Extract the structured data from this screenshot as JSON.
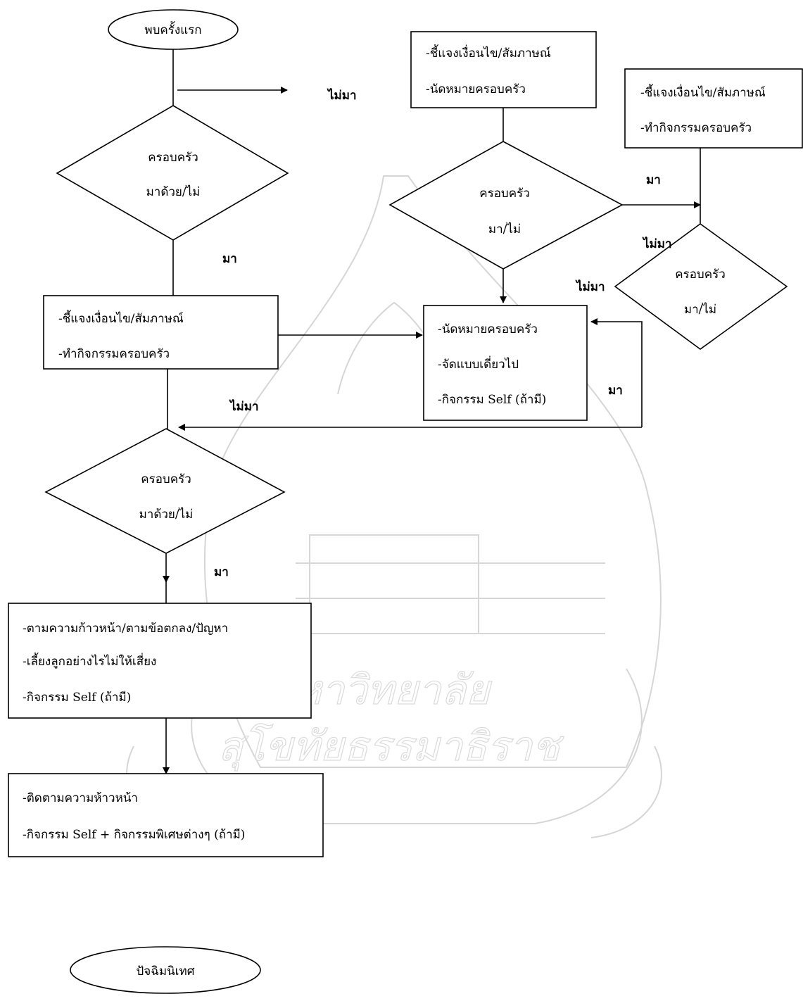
{
  "nodes": {
    "start": "พบครั้งแรก",
    "top_box": {
      "line1": "-ชี้แจงเงื่อนไข/สัมภาษณ์",
      "line2": "-นัดหมายครอบครัว"
    },
    "right_box": {
      "line1": "-ชี้แจงเงื่อนไข/สัมภาษณ์",
      "line2": "-ทำกิจกรรมครอบครัว"
    },
    "decision1": {
      "line1": "ครอบครัว",
      "line2": "มาด้วย/ไม่"
    },
    "decision_mid": {
      "line1": "ครอบครัว",
      "line2": "มา/ไม่"
    },
    "decision_right": {
      "line1": "ครอบครัว",
      "line2": "มา/ไม่"
    },
    "box2": {
      "line1": "-ชี้แจงเงื่อนไข/สัมภาษณ์",
      "line2": "-ทำกิจกรรมครอบครัว"
    },
    "center_box": {
      "line1": "-นัดหมายครอบครัว",
      "line2": "-จัดแบบเดี่ยวไป",
      "line3": "-กิจกรรม Self (ถ้ามี)"
    },
    "decision2": {
      "line1": "ครอบครัว",
      "line2": "มาด้วย/ไม่"
    },
    "box3": {
      "line1": "-ตามความก้าวหน้า/ตามข้อตกลง/ปัญหา",
      "line2": "-เลี้ยงลูกอย่างไรไม่ให้เสี่ยง",
      "line3": "-กิจกรรม Self (ถ้ามี)"
    },
    "box4": {
      "line1": "-ติดตามความห้าวหน้า",
      "line2": "-กิจกรรม Self + กิจกรรมพิเศษต่างๆ (ถ้ามี)"
    },
    "end": "ปัจฉิมนิเทศ"
  },
  "edge_labels": {
    "top_not_come": "ไม่มา",
    "come1": "มา",
    "come_right": "มา",
    "not_come_right1": "ไม่มา",
    "not_come_right2": "ไม่มา",
    "come_loop": "มา",
    "not_come_mid": "ไม่มา",
    "come2": "มา"
  },
  "watermark": {
    "line1": "มหาวิทยาลัย",
    "line2": "สุโขทัยธรรมาธิราช"
  }
}
